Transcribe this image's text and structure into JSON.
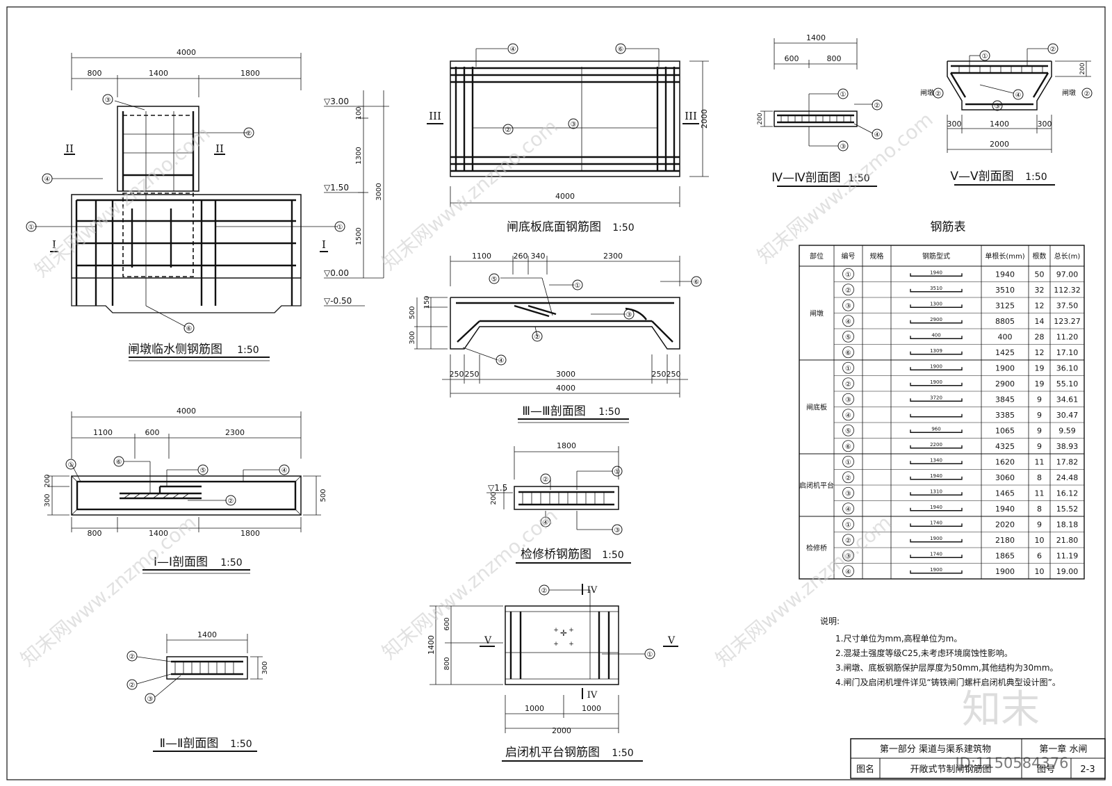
{
  "views": {
    "pier": {
      "title": "闸墩临水侧钢筋图",
      "scale": "1:50",
      "dim_total": "4000",
      "dims": [
        "800",
        "1400",
        "1800"
      ],
      "section_mark_a": "I",
      "section_mark_b": "II",
      "bubbles": [
        "①",
        "②",
        "③",
        "④",
        "⑥"
      ]
    },
    "elevations": {
      "labels": [
        "▽3.00",
        "▽1.50",
        "▽0.00",
        "▽-0.50"
      ],
      "dims": [
        "100",
        "1300",
        "1500",
        "3000"
      ]
    },
    "floor_plan": {
      "title": "闸底板底面钢筋图",
      "scale": "1:50",
      "dim_width": "4000",
      "dim_height": "2000",
      "section_mark": "III",
      "bubbles": [
        "④",
        "⑥",
        "②",
        "③"
      ]
    },
    "s3": {
      "title": "Ⅲ—Ⅲ剖面图",
      "scale": "1:50",
      "dims_top": [
        "1100",
        "260",
        "340",
        "2300"
      ],
      "dims_bottom": [
        "250",
        "250",
        "3000",
        "250",
        "250"
      ],
      "dim_total": "4000",
      "dims_left": [
        "150",
        "500",
        "300"
      ],
      "bubbles": [
        "⑤",
        "①",
        "⑥",
        "③",
        "②",
        "④"
      ]
    },
    "s1": {
      "title": "Ⅰ—Ⅰ剖面图",
      "scale": "1:50",
      "dim_total": "4000",
      "dims_top": [
        "1100",
        "600",
        "2300"
      ],
      "dims_bottom": [
        "800",
        "1400",
        "1800"
      ],
      "dims_left": [
        "200",
        "300"
      ],
      "dim_right": "500",
      "bubbles": [
        "①",
        "⑥",
        "⑤",
        "④",
        "②"
      ]
    },
    "bridge": {
      "title": "检修桥钢筋图",
      "scale": "1:50",
      "dim_total": "1800",
      "elev": "▽1.5",
      "dim_left": "200",
      "bubbles": [
        "②",
        "①",
        "④",
        "③"
      ]
    },
    "s2": {
      "title": "Ⅱ—Ⅱ剖面图",
      "scale": "1:50",
      "dim_total": "1400",
      "dim_right": "300",
      "bubbles": [
        "②",
        "②",
        "③"
      ]
    },
    "hoist": {
      "title": "启闭机平台钢筋图",
      "scale": "1:50",
      "dims_bottom": [
        "1000",
        "1000"
      ],
      "dim_total": "2000",
      "dims_left": [
        "600",
        "800"
      ],
      "dim_height": "1400",
      "mark_v": "V",
      "mark_iv": "IV",
      "bubbles": [
        "②",
        "①"
      ]
    },
    "s4": {
      "title": "Ⅳ—Ⅳ剖面图",
      "scale": "1:50",
      "dim_total": "1400",
      "dims": [
        "600",
        "800"
      ],
      "dim_left": "200",
      "bubbles": [
        "①",
        "②",
        "④",
        "③"
      ]
    },
    "s5": {
      "title": "Ⅴ—Ⅴ剖面图",
      "scale": "1:50",
      "dims_bottom": [
        "300",
        "1400",
        "300"
      ],
      "dim_total": "2000",
      "dim_right": "200",
      "label_left": "闸墩",
      "label_right": "闸墩",
      "bubbles": [
        "①",
        "②",
        "②",
        "④",
        "③"
      ]
    }
  },
  "table": {
    "title": "钢筋表",
    "headers": [
      "部位",
      "编号",
      "规格",
      "钢筋型式",
      "单根长(mm)",
      "根数",
      "总长(m)"
    ],
    "groups": [
      {
        "name": "闸墩",
        "rows": [
          {
            "no": "①",
            "shape": "1940",
            "len": "1940",
            "count": "50",
            "total": "97.00"
          },
          {
            "no": "②",
            "shape": "3510",
            "len": "3510",
            "count": "32",
            "total": "112.32"
          },
          {
            "no": "③",
            "shape": "1300",
            "len": "3125",
            "count": "12",
            "total": "37.50"
          },
          {
            "no": "④",
            "shape": "2900",
            "len": "8805",
            "count": "14",
            "total": "123.27"
          },
          {
            "no": "⑤",
            "shape": "400",
            "len": "400",
            "count": "28",
            "total": "11.20"
          },
          {
            "no": "⑥",
            "shape": "1309",
            "len": "1425",
            "count": "12",
            "total": "17.10"
          }
        ]
      },
      {
        "name": "闸底板",
        "rows": [
          {
            "no": "①",
            "shape": "1900",
            "len": "1900",
            "count": "19",
            "total": "36.10"
          },
          {
            "no": "②",
            "shape": "1900",
            "len": "2900",
            "count": "19",
            "total": "55.10"
          },
          {
            "no": "③",
            "shape": "3720",
            "len": "3845",
            "count": "9",
            "total": "34.61"
          },
          {
            "no": "④",
            "shape": "",
            "len": "3385",
            "count": "9",
            "total": "30.47"
          },
          {
            "no": "⑤",
            "shape": "960",
            "len": "1065",
            "count": "9",
            "total": "9.59"
          },
          {
            "no": "⑥",
            "shape": "2200",
            "len": "4325",
            "count": "9",
            "total": "38.93"
          }
        ]
      },
      {
        "name": "启闭机平台",
        "rows": [
          {
            "no": "①",
            "shape": "1340",
            "len": "1620",
            "count": "11",
            "total": "17.82"
          },
          {
            "no": "②",
            "shape": "1940",
            "len": "3060",
            "count": "8",
            "total": "24.48"
          },
          {
            "no": "③",
            "shape": "1310",
            "len": "1465",
            "count": "11",
            "total": "16.12"
          },
          {
            "no": "④",
            "shape": "1940",
            "len": "1940",
            "count": "8",
            "total": "15.52"
          }
        ]
      },
      {
        "name": "检修桥",
        "rows": [
          {
            "no": "①",
            "shape": "1740",
            "len": "2020",
            "count": "9",
            "total": "18.18"
          },
          {
            "no": "②",
            "shape": "1900",
            "len": "2180",
            "count": "10",
            "total": "21.80"
          },
          {
            "no": "③",
            "shape": "1740",
            "len": "1865",
            "count": "6",
            "total": "11.19"
          },
          {
            "no": "④",
            "shape": "1900",
            "len": "1900",
            "count": "10",
            "total": "19.00"
          }
        ]
      }
    ]
  },
  "notes": {
    "title": "说明:",
    "items": [
      "1.尺寸单位为mm,高程单位为m。",
      "2.混凝土强度等级C25,未考虑环境腐蚀性影响。",
      "3.闸墩、底板钢筋保护层厚度为50mm,其他结构为30mm。",
      "4.闸门及启闭机埋件详见“铸铁闸门螺杆启闭机典型设计图”。"
    ]
  },
  "title_block": {
    "part": "第一部分 渠道与渠系建筑物",
    "chapter": "第一章 水闸",
    "label_name": "图名",
    "drawing_name": "开敞式节制闸钢筋图",
    "label_no": "图号",
    "drawing_no": "2-3"
  },
  "watermark": {
    "logo": "知末",
    "text": "知末网www.znzmo.com",
    "id": "ID:1150584376"
  }
}
